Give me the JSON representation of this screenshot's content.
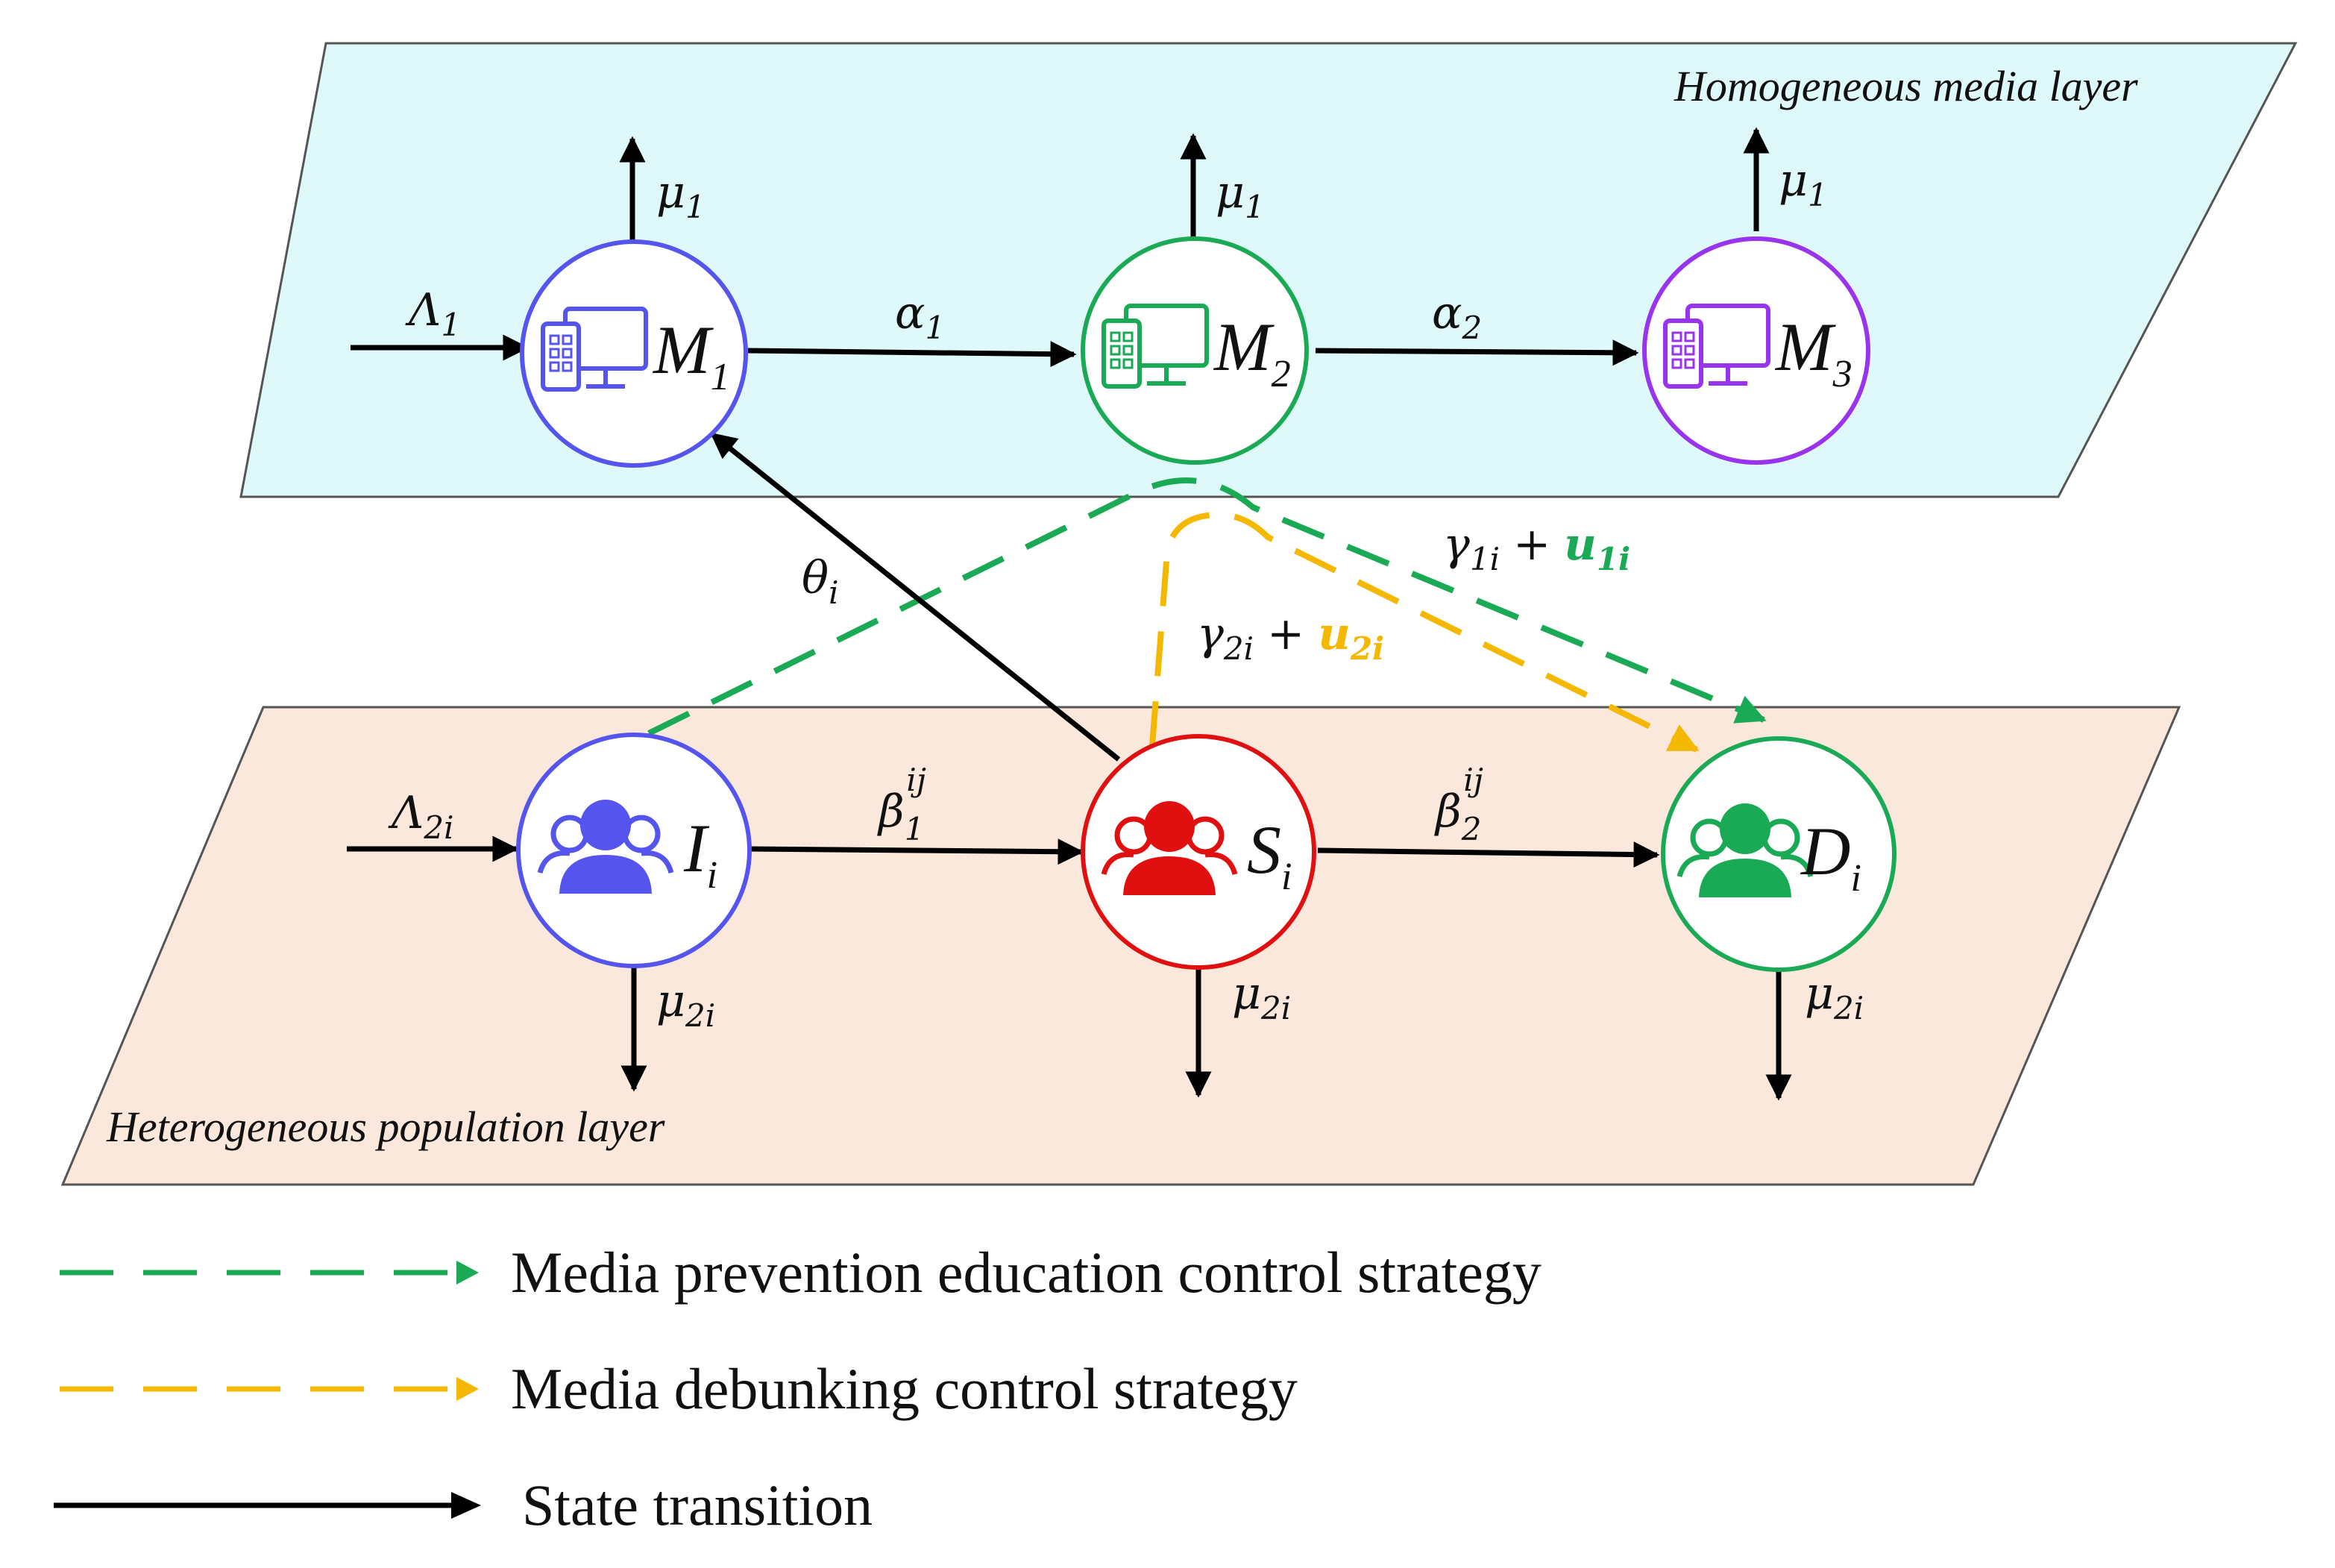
{
  "colors": {
    "media_layer_fill": "#dff8fa",
    "population_layer_fill": "#fbe8dc",
    "layer_border": "#555555",
    "m1": "#5555ee",
    "m2": "#1aaa55",
    "m3": "#9933ee",
    "i_node": "#5555ee",
    "s_node": "#e01010",
    "d_node": "#1aaa55",
    "green_dash": "#1aaa55",
    "yellow_dash": "#f5b800",
    "state_arrow": "#000000"
  },
  "layers": {
    "media": "Homogeneous media layer",
    "population": "Heterogeneous population layer"
  },
  "nodes": {
    "m1": {
      "letter": "M",
      "sub": "1",
      "icon": "device-icon"
    },
    "m2": {
      "letter": "M",
      "sub": "2",
      "icon": "device-icon"
    },
    "m3": {
      "letter": "M",
      "sub": "3",
      "icon": "device-icon"
    },
    "i": {
      "letter": "I",
      "sub": "i",
      "icon": "people-icon"
    },
    "s": {
      "letter": "S",
      "sub": "i",
      "icon": "people-icon"
    },
    "d": {
      "letter": "D",
      "sub": "i",
      "icon": "people-icon"
    }
  },
  "params": {
    "lambda1": {
      "sym": "Λ",
      "sub": "1"
    },
    "lambda2i": {
      "sym": "Λ",
      "sub": "2i"
    },
    "mu1": {
      "sym": "μ",
      "sub": "1"
    },
    "mu2i": {
      "sym": "μ",
      "sub": "2i"
    },
    "alpha1": {
      "sym": "α",
      "sub": "1"
    },
    "alpha2": {
      "sym": "α",
      "sub": "2"
    },
    "theta": {
      "sym": "θ",
      "sub": "i"
    },
    "beta1": {
      "sym": "β",
      "sub": "1",
      "sup": "ij"
    },
    "beta2": {
      "sym": "β",
      "sub": "2",
      "sup": "ij"
    },
    "gamma1": {
      "sym": "γ",
      "sub": "1i",
      "plus": "+",
      "control": "u",
      "control_sub": "1i"
    },
    "gamma2": {
      "sym": "γ",
      "sub": "2i",
      "plus": "+",
      "control": "u",
      "control_sub": "2i"
    }
  },
  "legend": {
    "green": "Media prevention education control strategy",
    "yellow": "Media debunking control strategy",
    "black": "State transition"
  }
}
